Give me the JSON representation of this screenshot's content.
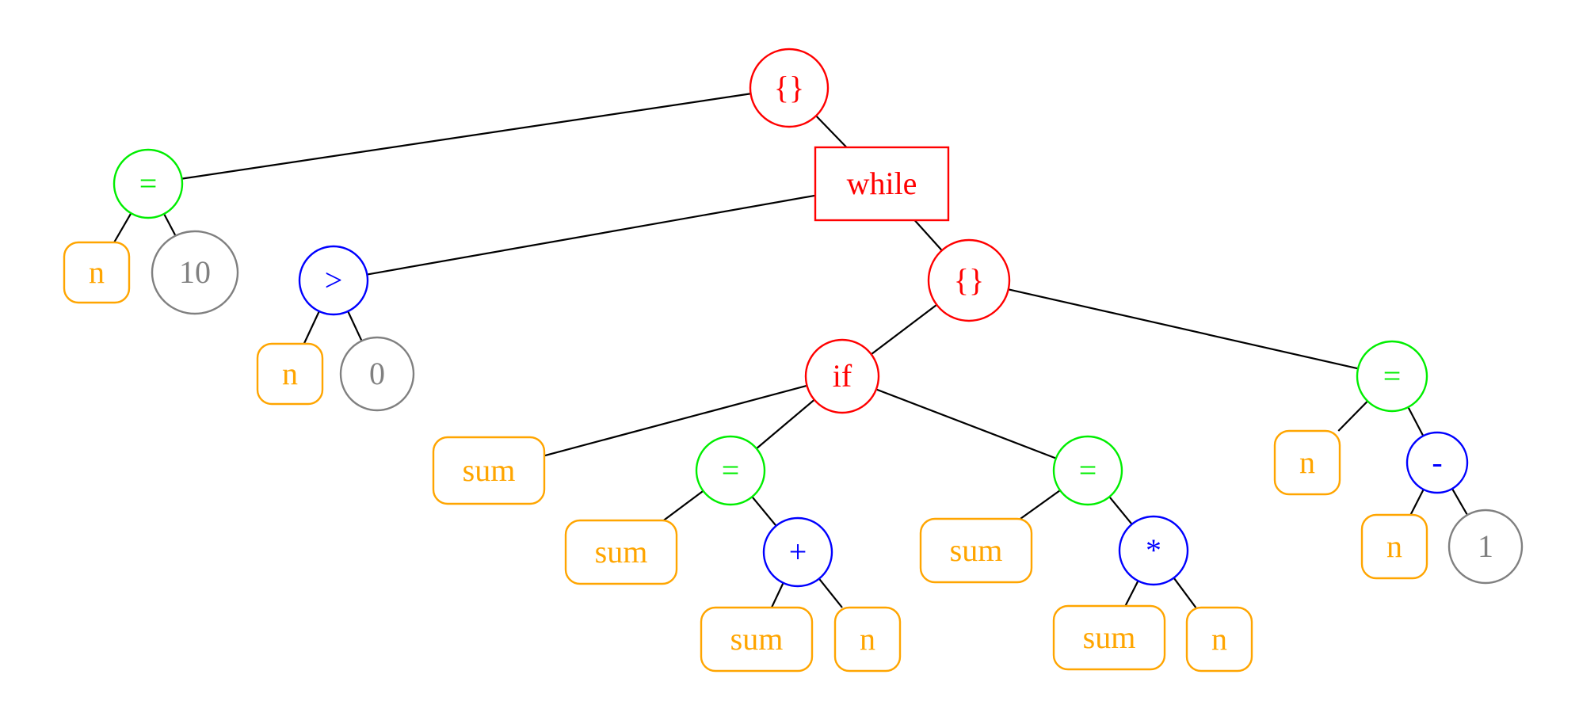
{
  "colors": {
    "statement": "#ff0000",
    "assign": "#00ee00",
    "operator": "#0000ff",
    "variable": "#ffa500",
    "constant": "#808080",
    "edge": "#000000"
  },
  "nodes": [
    {
      "id": "root",
      "label": "{}",
      "kind": "statement",
      "shape": "circle"
    },
    {
      "id": "asg1",
      "label": "=",
      "kind": "assign",
      "shape": "circle"
    },
    {
      "id": "n1",
      "label": "n",
      "kind": "variable",
      "shape": "roundrect"
    },
    {
      "id": "c10",
      "label": "10",
      "kind": "constant",
      "shape": "circle"
    },
    {
      "id": "while",
      "label": "while",
      "kind": "statement",
      "shape": "rect"
    },
    {
      "id": "gt",
      "label": ">",
      "kind": "operator",
      "shape": "circle"
    },
    {
      "id": "n2",
      "label": "n",
      "kind": "variable",
      "shape": "roundrect"
    },
    {
      "id": "c0",
      "label": "0",
      "kind": "constant",
      "shape": "circle"
    },
    {
      "id": "block2",
      "label": "{}",
      "kind": "statement",
      "shape": "circle"
    },
    {
      "id": "if",
      "label": "if",
      "kind": "statement",
      "shape": "circle"
    },
    {
      "id": "sum1",
      "label": "sum",
      "kind": "variable",
      "shape": "roundrect"
    },
    {
      "id": "asg2",
      "label": "=",
      "kind": "assign",
      "shape": "circle"
    },
    {
      "id": "sum2",
      "label": "sum",
      "kind": "variable",
      "shape": "roundrect"
    },
    {
      "id": "plus",
      "label": "+",
      "kind": "operator",
      "shape": "circle"
    },
    {
      "id": "sum3",
      "label": "sum",
      "kind": "variable",
      "shape": "roundrect"
    },
    {
      "id": "n3",
      "label": "n",
      "kind": "variable",
      "shape": "roundrect"
    },
    {
      "id": "asg3",
      "label": "=",
      "kind": "assign",
      "shape": "circle"
    },
    {
      "id": "sum4",
      "label": "sum",
      "kind": "variable",
      "shape": "roundrect"
    },
    {
      "id": "mul",
      "label": "*",
      "kind": "operator",
      "shape": "circle"
    },
    {
      "id": "sum5",
      "label": "sum",
      "kind": "variable",
      "shape": "roundrect"
    },
    {
      "id": "n4",
      "label": "n",
      "kind": "variable",
      "shape": "roundrect"
    },
    {
      "id": "asg4",
      "label": "=",
      "kind": "assign",
      "shape": "circle"
    },
    {
      "id": "n5",
      "label": "n",
      "kind": "variable",
      "shape": "roundrect"
    },
    {
      "id": "minus",
      "label": "-",
      "kind": "operator",
      "shape": "circle"
    },
    {
      "id": "n6",
      "label": "n",
      "kind": "variable",
      "shape": "roundrect"
    },
    {
      "id": "c1",
      "label": "1",
      "kind": "constant",
      "shape": "circle"
    }
  ],
  "edges": [
    [
      "root",
      "asg1"
    ],
    [
      "root",
      "while"
    ],
    [
      "asg1",
      "n1"
    ],
    [
      "asg1",
      "c10"
    ],
    [
      "while",
      "gt"
    ],
    [
      "while",
      "block2"
    ],
    [
      "gt",
      "n2"
    ],
    [
      "gt",
      "c0"
    ],
    [
      "block2",
      "if"
    ],
    [
      "block2",
      "asg4"
    ],
    [
      "if",
      "sum1"
    ],
    [
      "if",
      "asg2"
    ],
    [
      "if",
      "asg3"
    ],
    [
      "asg2",
      "sum2"
    ],
    [
      "asg2",
      "plus"
    ],
    [
      "plus",
      "sum3"
    ],
    [
      "plus",
      "n3"
    ],
    [
      "asg3",
      "sum4"
    ],
    [
      "asg3",
      "mul"
    ],
    [
      "mul",
      "sum5"
    ],
    [
      "mul",
      "n4"
    ],
    [
      "asg4",
      "n5"
    ],
    [
      "asg4",
      "minus"
    ],
    [
      "minus",
      "n6"
    ],
    [
      "minus",
      "c1"
    ]
  ]
}
